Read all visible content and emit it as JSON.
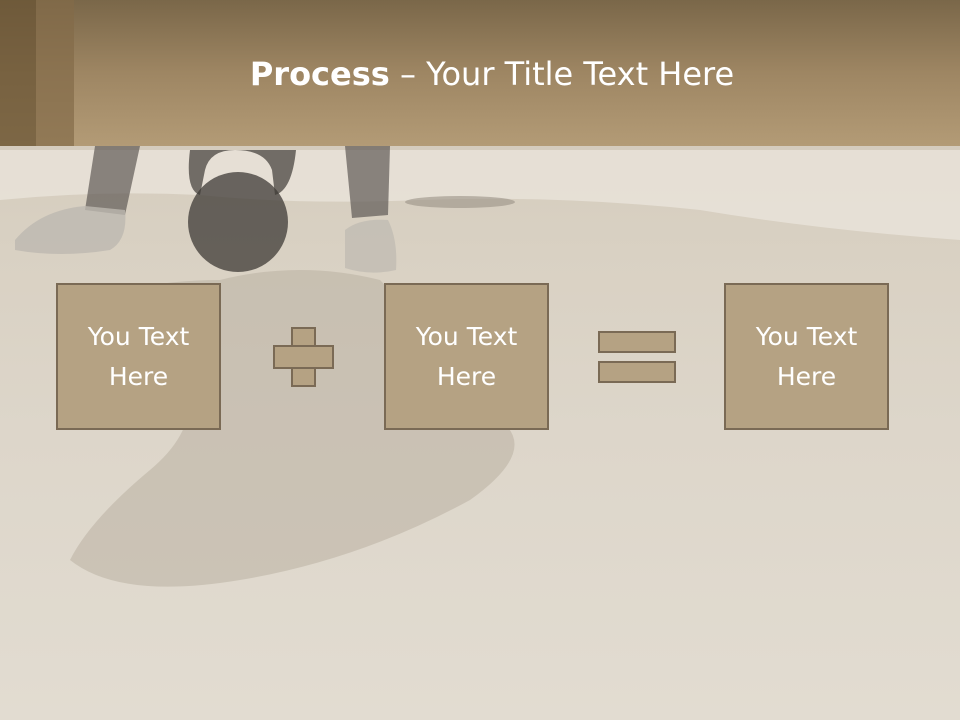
{
  "slide": {
    "title_bold": "Process",
    "title_rest": " – Your Title Text Here",
    "boxes": [
      {
        "text": "You Text\nHere"
      },
      {
        "text": "You Text\nHere"
      },
      {
        "text": "You Text\nHere"
      }
    ],
    "operators": [
      "plus-icon",
      "equals-icon"
    ],
    "colors": {
      "header": "#9e8663",
      "box_fill": "#b5a283",
      "box_border": "#7a6a55",
      "text": "#ffffff"
    }
  }
}
